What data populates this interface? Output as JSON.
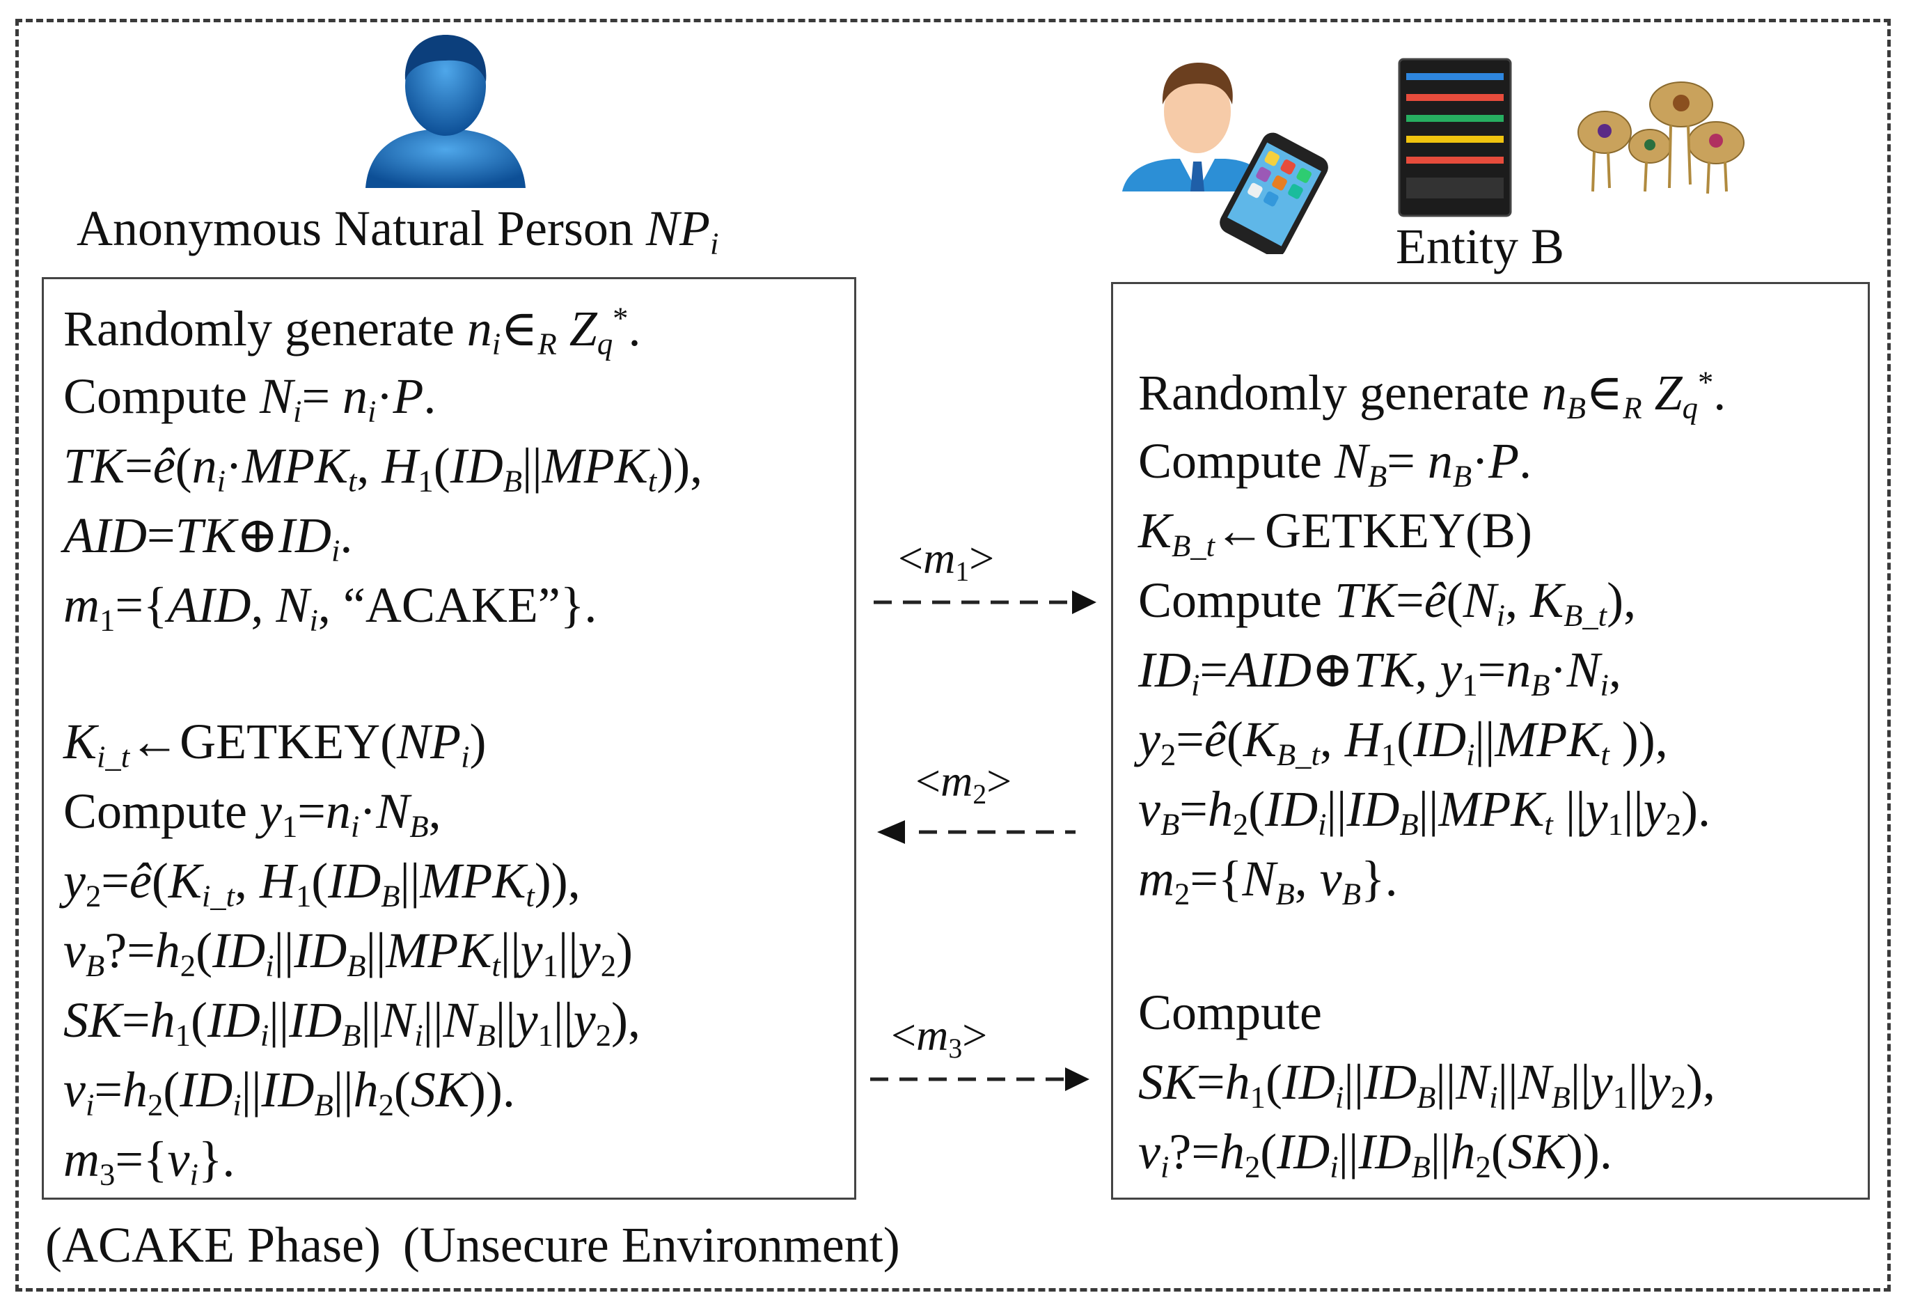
{
  "header": {
    "left_party": "Anonymous Natural Person",
    "left_party_symbol": "NP",
    "left_party_symbol_sub": "i",
    "right_party": "Entity B"
  },
  "messages": {
    "m1_label": "<m1>",
    "m2_label": "<m2>",
    "m3_label": "<m3>"
  },
  "footer": {
    "phase": "(ACAKE Phase)",
    "environment": "(Unsecure Environment)"
  },
  "icons": {
    "left": "anonymous-person-icon",
    "right": [
      "businessman-with-phone-icon",
      "server-icon",
      "iot-sensors-icon"
    ]
  }
}
